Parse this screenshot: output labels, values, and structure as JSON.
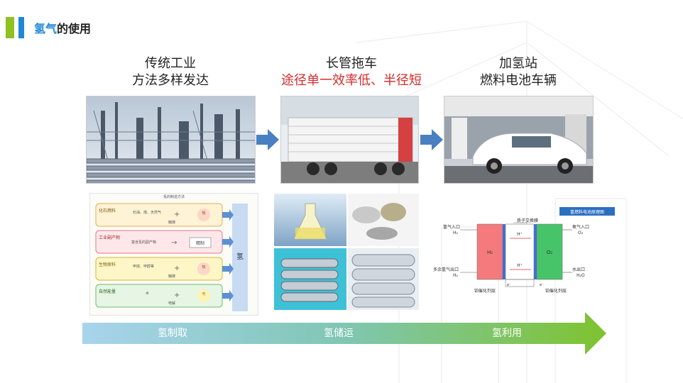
{
  "header": {
    "title_highlight": "氢气",
    "title_rest": "的使用"
  },
  "columns": [
    {
      "line1": "传统工业",
      "line2": "方法多样发达"
    },
    {
      "line1": "长管拖车",
      "line2": "途径单一效率低、半径短"
    },
    {
      "line1": "加氢站",
      "line2": "燃料电池车辆"
    }
  ],
  "production_chart": {
    "title": "氢的制造方法",
    "rows": [
      {
        "label": "化石燃料",
        "items": "石油、煤、天然气",
        "op": "+",
        "sub": "触媒",
        "result": "热"
      },
      {
        "label": "工业副产物",
        "items": "富含氢的副产物",
        "op": "→",
        "sub": "",
        "result": "精制"
      },
      {
        "label": "生物原料",
        "items": "甲烷、甲醇等",
        "op": "+",
        "sub": "触媒",
        "result": "热"
      },
      {
        "label": "自然能量",
        "items": "水",
        "op": "+",
        "sub": "电解",
        "result": "电"
      }
    ],
    "output": "氢"
  },
  "fuel_cell": {
    "title": "氢燃料电池原理图",
    "h2_in": "氢气入口",
    "h2_in_sub": "H₂",
    "h2_out": "多余氢气出口",
    "h2_out_sub": "H₂",
    "o2_in": "氧气入口",
    "o2_in_sub": "O₂",
    "water_out": "水出口",
    "water_out_sub": "H₂O",
    "membrane": "质子交换膜",
    "catalyst_left": "铂催化剂层",
    "catalyst_right": "铂催化剂层",
    "anode": "H₂",
    "cathode": "O₂",
    "proton": "H⁺",
    "electron": "e⁻"
  },
  "bottom_band": {
    "stage1": "氢制取",
    "stage2": "氢储运",
    "stage3": "氢利用"
  },
  "colors": {
    "accent_blue": "#1e88d6",
    "accent_green": "#8dc21f",
    "red_text": "#d62b2b",
    "arrow_blue": "#4a7fc1"
  }
}
